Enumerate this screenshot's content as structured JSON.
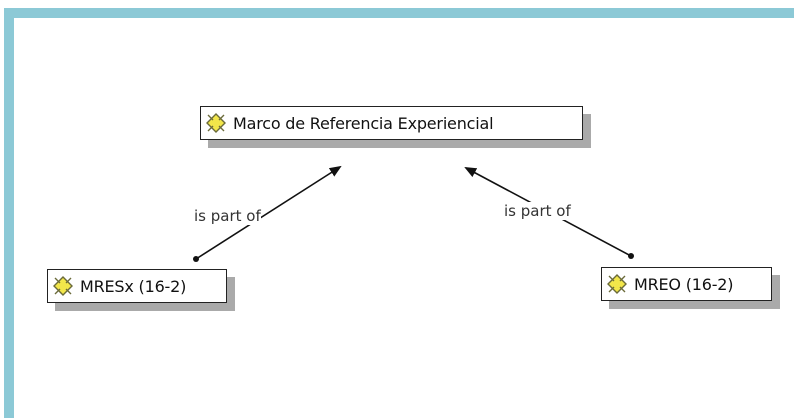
{
  "concepts": {
    "main": {
      "label": "Marco de Referencia Experiencial",
      "icon": "concept-diamond-icon"
    },
    "left": {
      "label": "MRESx (16-2)",
      "icon": "concept-diamond-icon"
    },
    "right": {
      "label": "MREO (16-2)",
      "icon": "concept-diamond-icon"
    }
  },
  "links": {
    "left": {
      "label": "is part of"
    },
    "right": {
      "label": "is part of"
    }
  },
  "colors": {
    "frame": "#8cc9d6",
    "icon_fill": "#f2e64a",
    "icon_stroke": "#6b6b3a",
    "shadow": "#aaaaaa"
  }
}
